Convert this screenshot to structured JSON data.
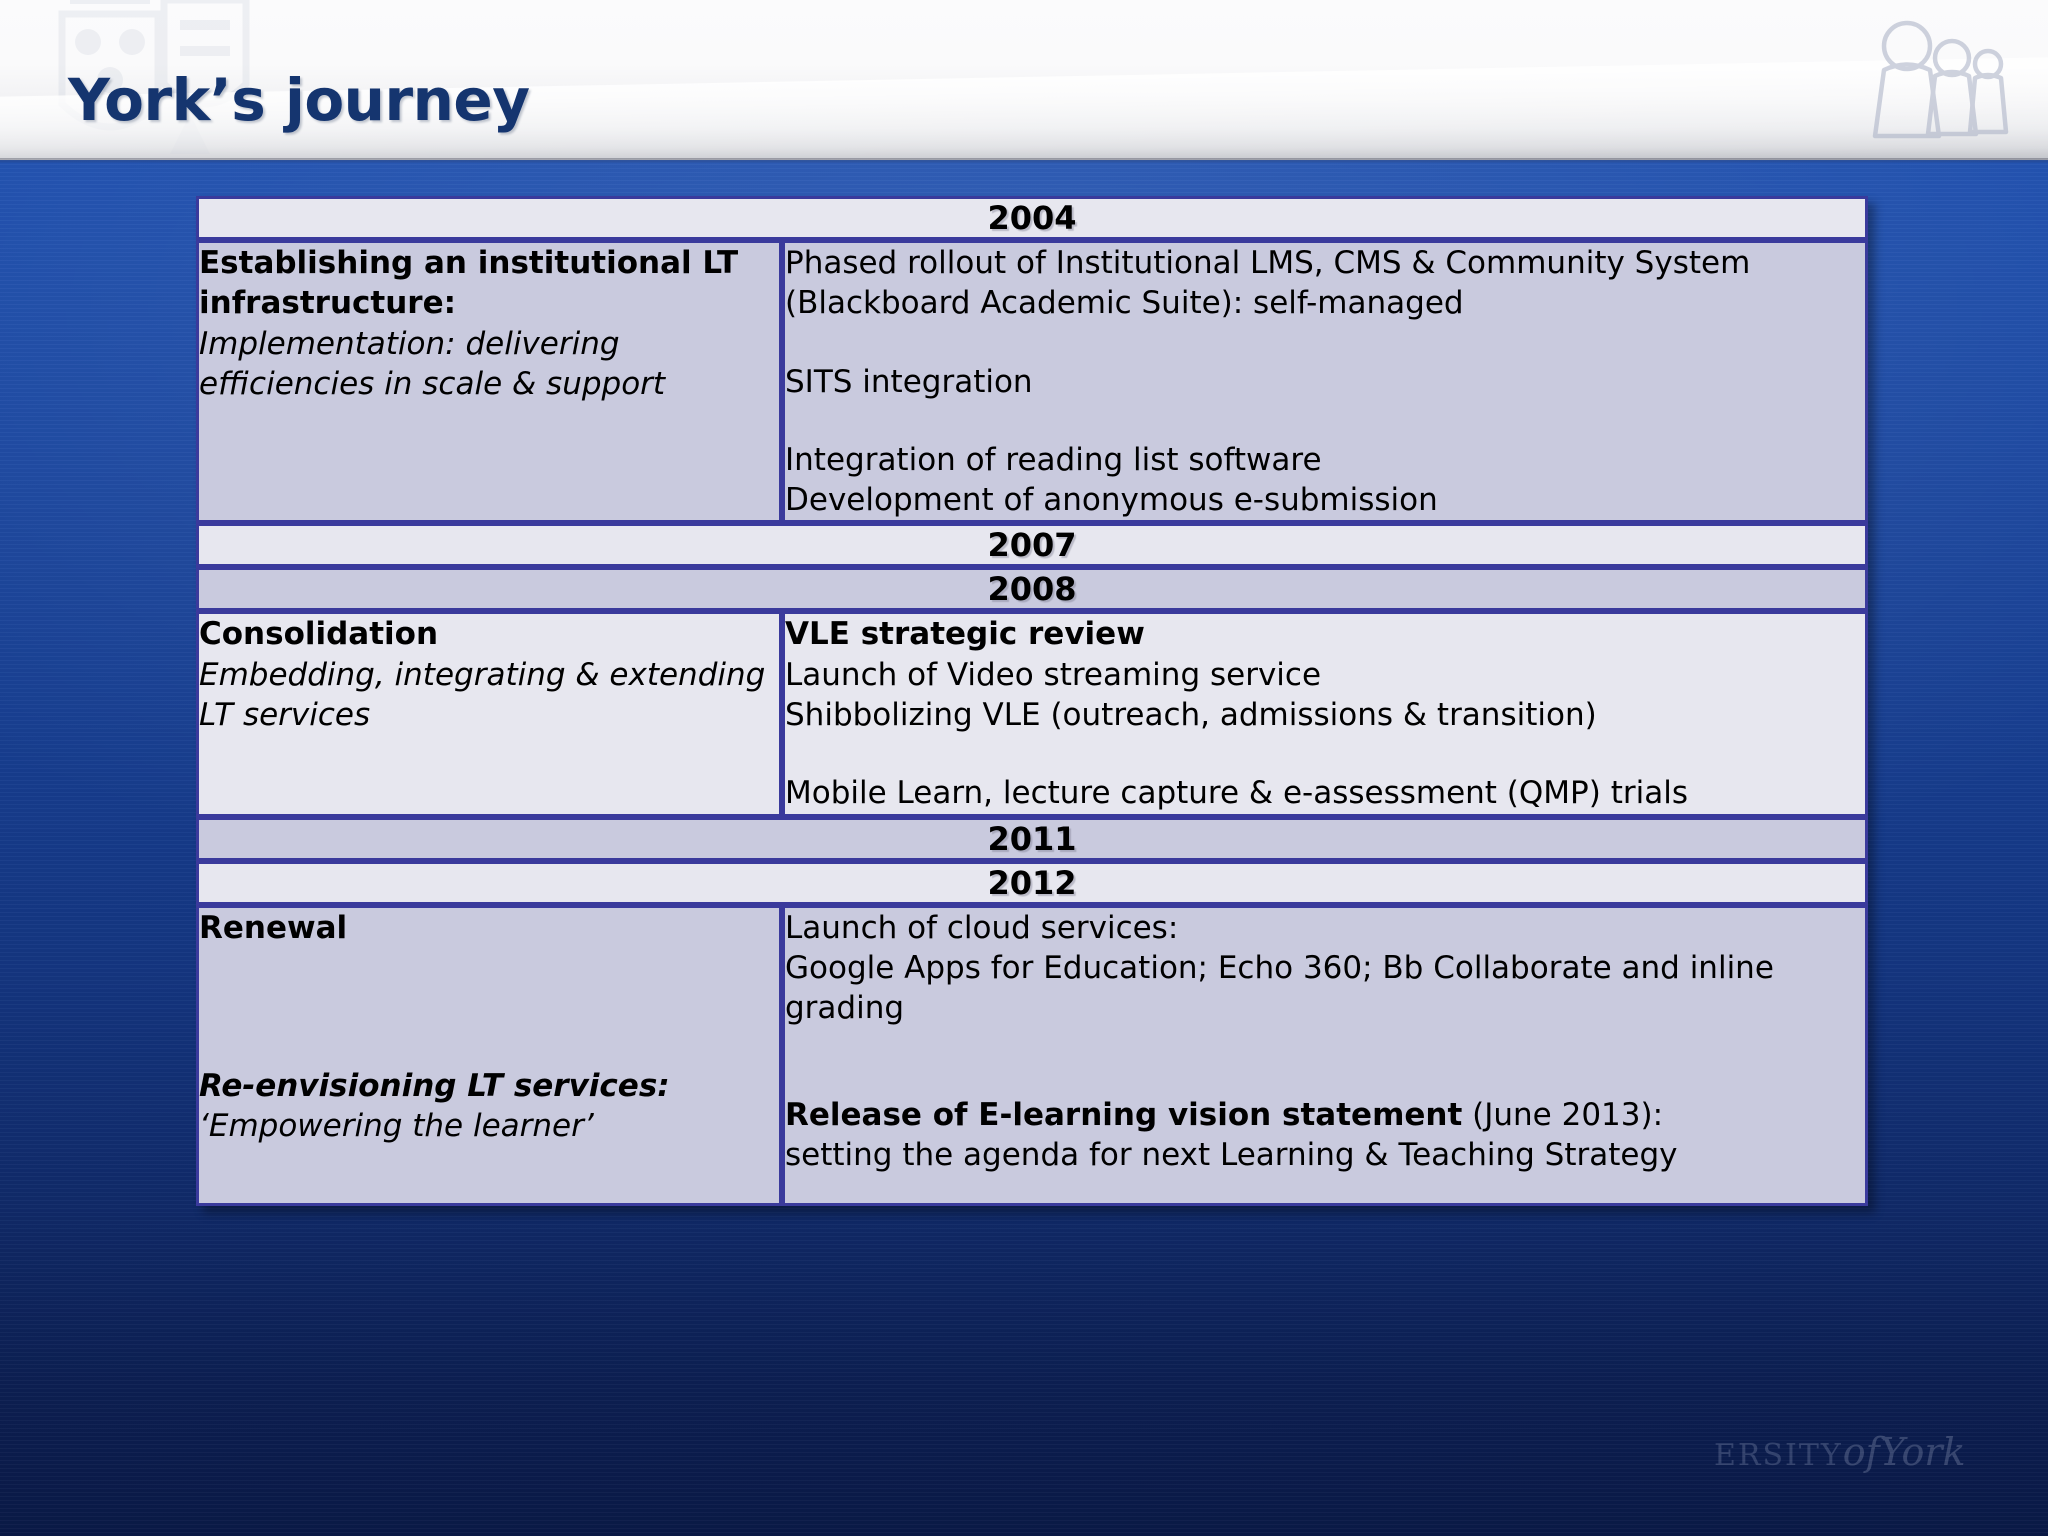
{
  "slide": {
    "title": "York’s journey",
    "header_icon": "three-people-icon",
    "crest_icon": "heraldic-crest-watermark",
    "footer_watermark": {
      "part1": "ERSITY",
      "part2": "of",
      "part3": "York"
    },
    "colors": {
      "background_top": "#1f54b4",
      "background_bottom": "#0a1946",
      "title_text": "#15356f",
      "table_border": "#3a3a9c",
      "row_light": "#e7e7ef",
      "row_medium": "#c9cade"
    }
  },
  "table": {
    "rows": [
      {
        "type": "year",
        "year": "2004",
        "shade": "light"
      },
      {
        "type": "content",
        "shade": "medium",
        "left": {
          "heading": "Establishing an institutional LT infrastructure:",
          "subheading": "Implementation: delivering efficiencies in scale & support"
        },
        "right": {
          "line1": "Phased rollout of Institutional LMS, CMS & Community System (Blackboard Academic Suite): self-managed",
          "line2": "SITS integration",
          "line3": "Integration of reading list software",
          "line4": "Development of anonymous e-submission"
        }
      },
      {
        "type": "year",
        "year": "2007",
        "shade": "light"
      },
      {
        "type": "year",
        "year": "2008",
        "shade": "medium"
      },
      {
        "type": "content",
        "shade": "light",
        "left": {
          "heading": "Consolidation",
          "subheading": "Embedding, integrating & extending LT services"
        },
        "right": {
          "line1": "VLE strategic review",
          "line2": "Launch of Video streaming service",
          "line3": "Shibbolizing VLE (outreach, admissions & transition)",
          "line4": "Mobile Learn, lecture capture & e-assessment (QMP) trials"
        }
      },
      {
        "type": "year",
        "year": "2011",
        "shade": "medium"
      },
      {
        "type": "year",
        "year": "2012",
        "shade": "light"
      },
      {
        "type": "content",
        "shade": "medium",
        "left": {
          "heading": "Renewal",
          "subheading": "Re-envisioning LT services:",
          "subheading2": "‘Empowering the learner’"
        },
        "right": {
          "line1": "Launch of cloud services:",
          "line2": "Google Apps for Education; Echo 360; Bb Collaborate and inline grading",
          "line3_bold": "Release of E-learning vision statement",
          "line3_rest": " (June 2013):",
          "line4": "setting the agenda for next Learning & Teaching Strategy"
        }
      }
    ]
  }
}
